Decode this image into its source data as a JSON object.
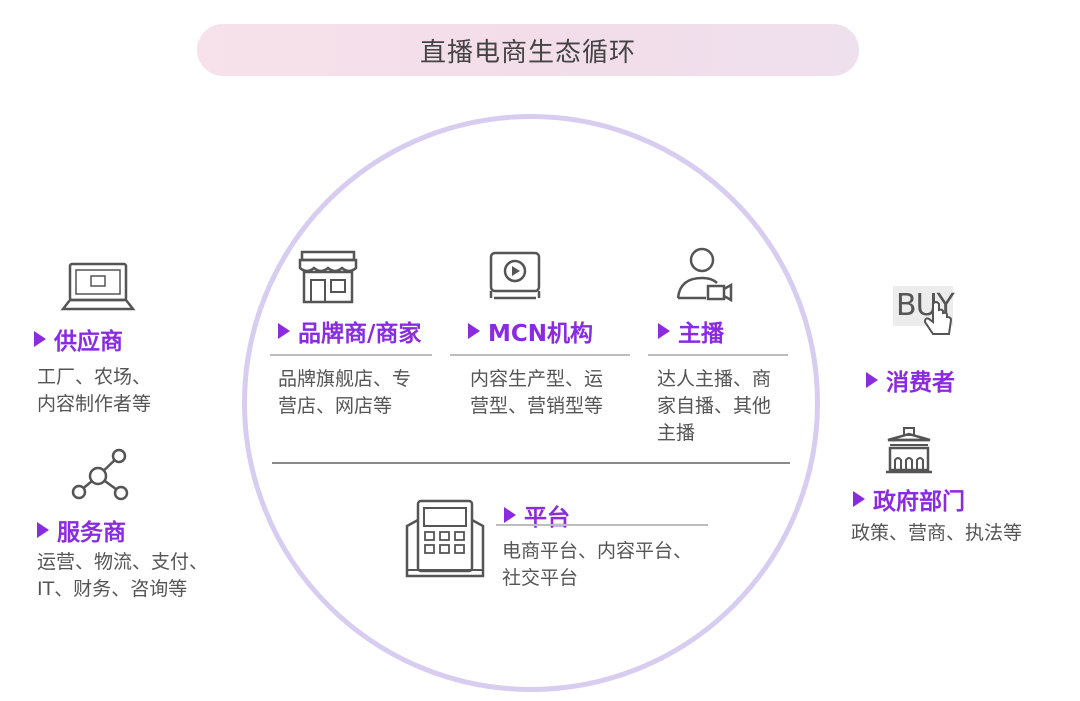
{
  "title": "直播电商生态循环",
  "left": {
    "supplier": {
      "label": "供应商",
      "desc": [
        "工厂、农场、",
        "内容制作者等"
      ]
    },
    "service": {
      "label": "服务商",
      "desc": [
        "运营、物流、支付、",
        "IT、财务、咨询等"
      ]
    }
  },
  "center": {
    "brand": {
      "label": "品牌商/商家",
      "desc": [
        "品牌旗舰店、专",
        "营店、网店等"
      ]
    },
    "mcn": {
      "label": "MCN机构",
      "desc": [
        "内容生产型、运",
        "营型、营销型等"
      ]
    },
    "anchor": {
      "label": "主播",
      "desc": [
        "达人主播、商",
        "家自播、其他",
        "主播"
      ]
    },
    "platform": {
      "label": "平台",
      "desc": [
        "电商平台、内容平台、",
        "社交平台"
      ]
    }
  },
  "right": {
    "consumer": {
      "label": "消费者",
      "icon_text": "BUY"
    },
    "government": {
      "label": "政府部门",
      "desc": [
        "政策、营商、执法等"
      ]
    }
  },
  "colors": {
    "accent": "#8a2be2",
    "ring": "#d8cdf1",
    "pill": "#f5dfea"
  },
  "icons": [
    "laptop-icon",
    "network-icon",
    "store-icon",
    "video-player-icon",
    "anchor-camera-icon",
    "pos-terminal-icon",
    "buy-hand-icon",
    "government-building-icon"
  ]
}
